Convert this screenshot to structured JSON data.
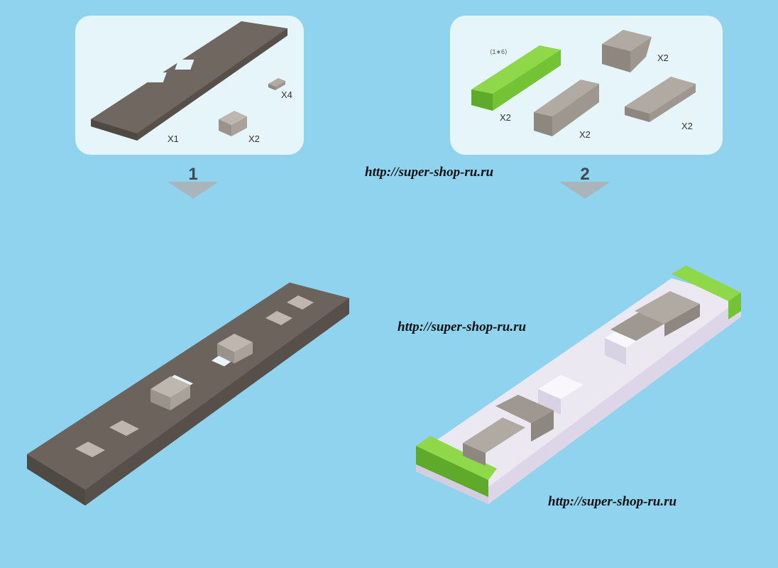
{
  "step1": {
    "number": "1",
    "parts": [
      {
        "qty": "X1",
        "name": "large-baseplate"
      },
      {
        "qty": "X4",
        "name": "small-tile"
      },
      {
        "qty": "X2",
        "name": "square-brick"
      }
    ]
  },
  "step2": {
    "number": "2",
    "size_label": "⟨1∗6⟩",
    "parts": [
      {
        "qty": "X2",
        "name": "slope-brick"
      },
      {
        "qty": "X2",
        "name": "green-1x6-brick"
      },
      {
        "qty": "X2",
        "name": "gray-1x4-brick"
      },
      {
        "qty": "X2",
        "name": "gray-2x4-plate"
      }
    ]
  },
  "watermarks": [
    "http://super-shop-ru.ru",
    "http://super-shop-ru.ru",
    "http://super-shop-ru.ru"
  ],
  "colors": {
    "background": "#8fd3ef",
    "panel": "#e6f5f9",
    "dark_brown": "#6b635c",
    "light_gray": "#aaa49d",
    "green": "#7ccc39",
    "white_plate": "#ece8f2",
    "arrow": "#aab5bb"
  }
}
